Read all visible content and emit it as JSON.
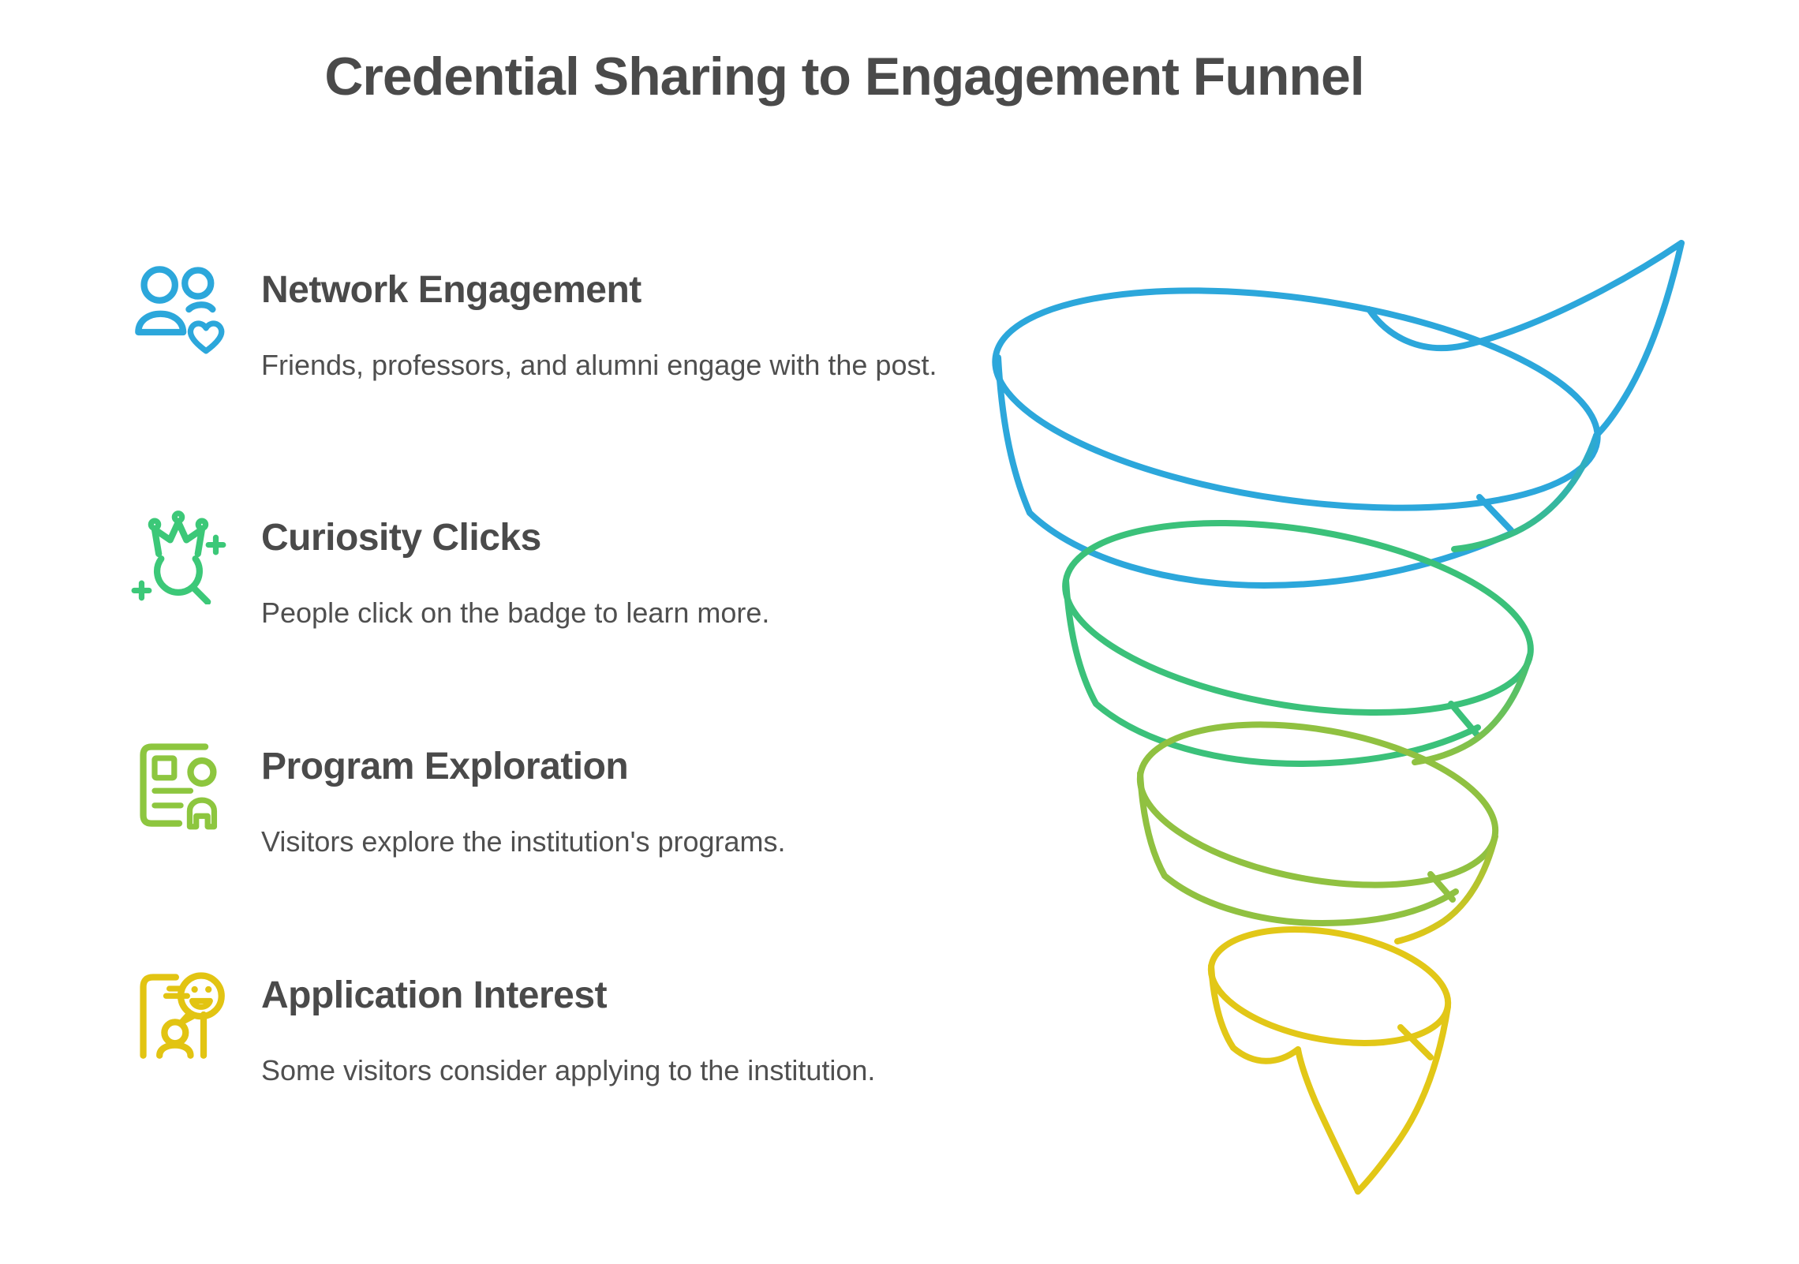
{
  "title": "Credential Sharing to Engagement Funnel",
  "text_colors": {
    "heading": "#4A4A4A",
    "body": "#4F4F4F"
  },
  "sections": [
    {
      "icon": "people-heart-icon",
      "color": "#2CA7DB",
      "title": "Network Engagement",
      "description": "Friends, professors, and alumni engage with the post."
    },
    {
      "icon": "crown-magnifier-icon",
      "color": "#3CC878",
      "title": "Curiosity Clicks",
      "description": "People click on the badge to learn more."
    },
    {
      "icon": "resume-person-icon",
      "color": "#8DC63F",
      "title": "Program Exploration",
      "description": "Visitors explore the institution's programs."
    },
    {
      "icon": "phone-chat-icon",
      "color": "#E2C412",
      "title": "Application Interest",
      "description": "Some visitors consider applying to the institution."
    }
  ],
  "funnel": {
    "type": "spiral-funnel",
    "stages": [
      "Network Engagement",
      "Curiosity Clicks",
      "Program Exploration",
      "Application Interest"
    ],
    "stage_colors": [
      "#2CA7DB",
      "#3BC17A",
      "#90C141",
      "#E2C717"
    ]
  }
}
